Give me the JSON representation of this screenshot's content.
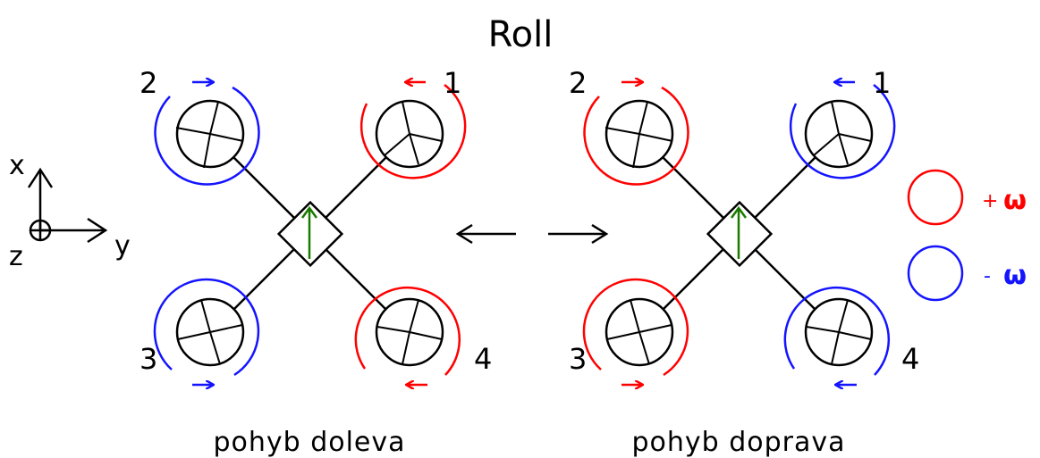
{
  "title": "Roll",
  "colors": {
    "positive": "#ff0000",
    "negative": "#1414ff",
    "arm": "#000000",
    "thrust_arrow": "#1a7a00"
  },
  "axes": {
    "x": "x",
    "y": "y",
    "z": "z"
  },
  "drones": [
    {
      "caption": "pohyb doleva",
      "rotors": [
        {
          "label": "1",
          "position": "front-right",
          "spin": "positive"
        },
        {
          "label": "2",
          "position": "front-left",
          "spin": "negative"
        },
        {
          "label": "3",
          "position": "rear-left",
          "spin": "negative"
        },
        {
          "label": "4",
          "position": "rear-right",
          "spin": "positive"
        }
      ]
    },
    {
      "caption": "pohyb doprava",
      "rotors": [
        {
          "label": "1",
          "position": "front-right",
          "spin": "negative"
        },
        {
          "label": "2",
          "position": "front-left",
          "spin": "positive"
        },
        {
          "label": "3",
          "position": "rear-left",
          "spin": "positive"
        },
        {
          "label": "4",
          "position": "rear-right",
          "spin": "negative"
        }
      ]
    }
  ],
  "legend": {
    "positive": {
      "sign": "+",
      "symbol": "ω"
    },
    "negative": {
      "sign": "-",
      "symbol": "ω"
    }
  }
}
